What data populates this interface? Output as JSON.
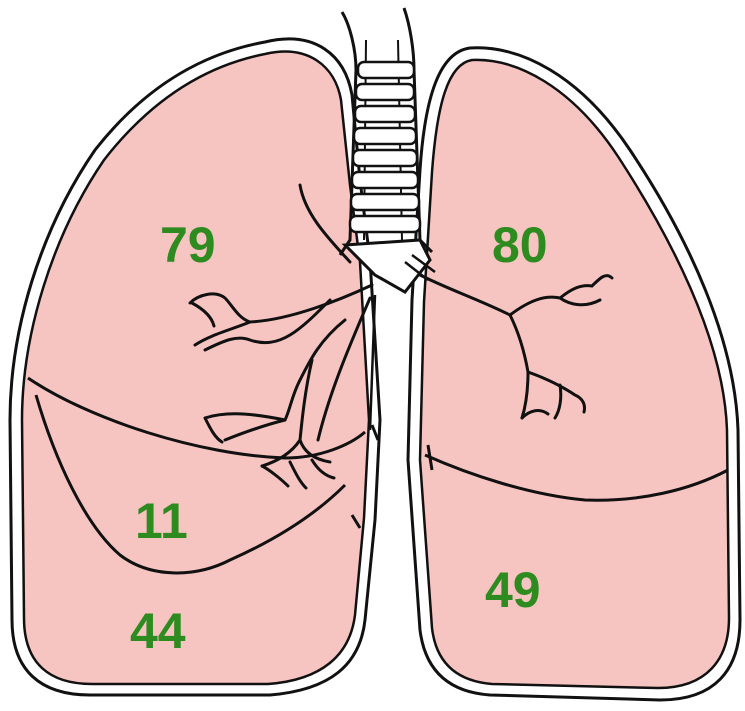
{
  "colors": {
    "lung_fill": "#f7c5c1",
    "outline": "#111111",
    "label": "#2e8b1f",
    "background": "#ffffff"
  },
  "lobes": {
    "right_upper": {
      "value": "79"
    },
    "right_middle": {
      "value": "11"
    },
    "right_lower": {
      "value": "44"
    },
    "left_upper": {
      "value": "80"
    },
    "left_lower": {
      "value": "49"
    }
  }
}
